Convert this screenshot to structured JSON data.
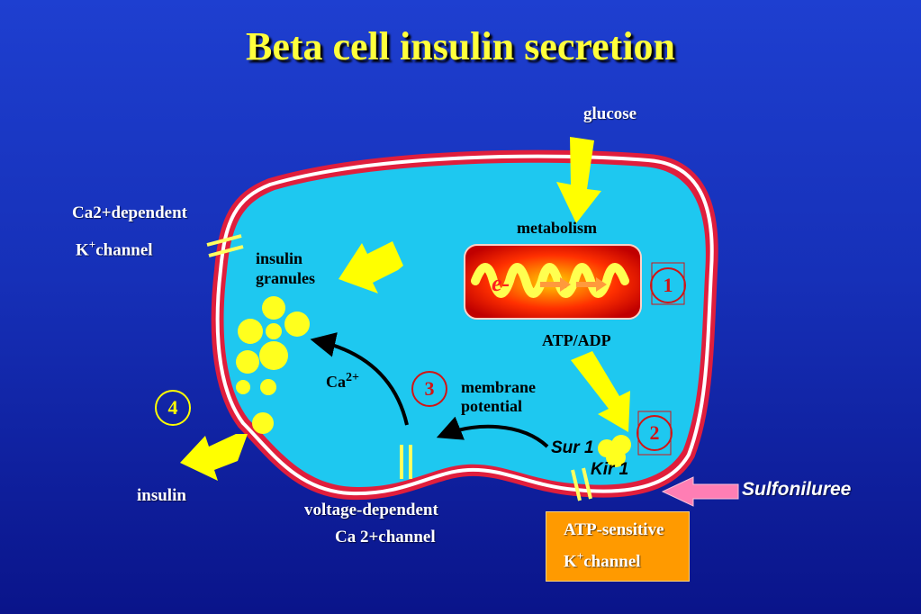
{
  "title": "Beta cell insulin secretion",
  "labels": {
    "glucose": "glucose",
    "metabolism": "metabolism",
    "atp_adp": "ATP/ADP",
    "electron": "e-",
    "insulin_granules_line1": "insulin",
    "insulin_granules_line2": "granules",
    "ca2_dep_line1": "Ca2+dependent",
    "ca2_dep_k": "K",
    "ca2_dep_plus": "+",
    "ca2_dep_channel": "channel",
    "calcium": "Ca",
    "calcium_sup": "2+",
    "membrane_line1": "membrane",
    "membrane_line2": "potential",
    "sur1": "Sur 1",
    "kir1": "Kir 1",
    "insulin": "insulin",
    "vdcc_line1": "voltage-dependent",
    "vdcc_line2": "Ca 2+channel",
    "atp_k_line1": "ATP-sensitive",
    "atp_k_k": "K",
    "atp_k_plus": "+",
    "atp_k_channel": "channel",
    "sulfoniluree": "Sulfoniluree"
  },
  "steps": [
    "1",
    "2",
    "3",
    "4"
  ],
  "colors": {
    "background_top": "#1e3fd0",
    "background_bottom": "#0a148a",
    "cell_fill": "#1ec8f0",
    "membrane": "#e01e3c",
    "title": "#ffff3c",
    "arrow_yellow": "#ffff00",
    "granule": "#ffff1e",
    "pink_arrow": "#ff7eb4",
    "box_orange": "#ff9a00",
    "step_circle": "#d21414"
  }
}
